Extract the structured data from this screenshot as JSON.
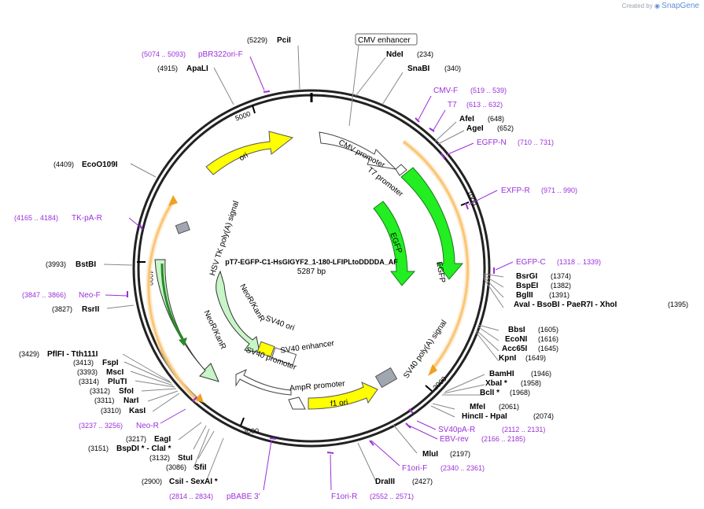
{
  "credit": {
    "prefix": "Created by",
    "brand": "SnapGene"
  },
  "plasmid": {
    "name": "pT7-EGFP-C1-HsGIGYF2_1-180-LFIPLtoDDDDA_AF",
    "length": "5287 bp"
  },
  "colors": {
    "primer": "#9b30d9",
    "egfp": "#22ee22",
    "ori": "#ffff00",
    "neo": "#c8f5c8",
    "polyA": "#a0a7b0",
    "orf": "#f0a020"
  },
  "ticks": [
    "1000",
    "2000",
    "3000",
    "4000",
    "5000"
  ],
  "enzymes": [
    {
      "name": "PciI",
      "coord": "(5229)"
    },
    {
      "name": "NdeI",
      "coord": "(234)"
    },
    {
      "name": "SnaBI",
      "coord": "(340)"
    },
    {
      "name": "AfeI",
      "coord": "(648)"
    },
    {
      "name": "AgeI",
      "coord": "(652)"
    },
    {
      "name": "BsrGI",
      "coord": "(1374)"
    },
    {
      "name": "BspEI",
      "coord": "(1382)"
    },
    {
      "name": "BglII",
      "coord": "(1391)"
    },
    {
      "name": "AvaI - BsoBI - PaeR7I - XhoI",
      "coord": "(1395)"
    },
    {
      "name": "BbsI",
      "coord": "(1605)"
    },
    {
      "name": "EcoNI",
      "coord": "(1616)"
    },
    {
      "name": "Acc65I",
      "coord": "(1645)"
    },
    {
      "name": "KpnI",
      "coord": "(1649)"
    },
    {
      "name": "BamHI",
      "coord": "(1946)"
    },
    {
      "name": "XbaI *",
      "coord": "(1958)"
    },
    {
      "name": "BclI *",
      "coord": "(1968)"
    },
    {
      "name": "MfeI",
      "coord": "(2061)"
    },
    {
      "name": "HincII - HpaI",
      "coord": "(2074)"
    },
    {
      "name": "MluI",
      "coord": "(2197)"
    },
    {
      "name": "DraIII",
      "coord": "(2427)"
    },
    {
      "name": "CsiI - SexAI *",
      "coord": "(2900)"
    },
    {
      "name": "SfiI",
      "coord": "(3086)"
    },
    {
      "name": "StuI",
      "coord": "(3132)"
    },
    {
      "name": "BspDI * - ClaI *",
      "coord": "(3151)"
    },
    {
      "name": "EagI",
      "coord": "(3217)"
    },
    {
      "name": "KasI",
      "coord": "(3310)"
    },
    {
      "name": "NarI",
      "coord": "(3311)"
    },
    {
      "name": "SfoI",
      "coord": "(3312)"
    },
    {
      "name": "PluTI",
      "coord": "(3314)"
    },
    {
      "name": "MscI",
      "coord": "(3393)"
    },
    {
      "name": "FspI",
      "coord": "(3413)"
    },
    {
      "name": "PflFI - Tth111I",
      "coord": "(3429)"
    },
    {
      "name": "RsrII",
      "coord": "(3827)"
    },
    {
      "name": "BstBI",
      "coord": "(3993)"
    },
    {
      "name": "EcoO109I",
      "coord": "(4409)"
    },
    {
      "name": "ApaLI",
      "coord": "(4915)"
    }
  ],
  "primers": [
    {
      "name": "pBR322ori-F",
      "coord": "(5074 .. 5093)"
    },
    {
      "name": "CMV-F",
      "coord": "(519 .. 539)"
    },
    {
      "name": "T7",
      "coord": "(613 .. 632)"
    },
    {
      "name": "EGFP-N",
      "coord": "(710 .. 731)"
    },
    {
      "name": "EXFP-R",
      "coord": "(971 .. 990)"
    },
    {
      "name": "EGFP-C",
      "coord": "(1318 .. 1339)"
    },
    {
      "name": "SV40pA-R",
      "coord": "(2112 .. 2131)"
    },
    {
      "name": "EBV-rev",
      "coord": "(2166 .. 2185)"
    },
    {
      "name": "F1ori-F",
      "coord": "(2340 .. 2361)"
    },
    {
      "name": "F1ori-R",
      "coord": "(2552 .. 2571)"
    },
    {
      "name": "pBABE 3'",
      "coord": "(2814 .. 2834)"
    },
    {
      "name": "Neo-R",
      "coord": "(3237 .. 3256)"
    },
    {
      "name": "Neo-F",
      "coord": "(3847 .. 3866)"
    },
    {
      "name": "TK-pA-R",
      "coord": "(4165 .. 4184)"
    }
  ],
  "features": {
    "cmv_enhancer": "CMV enhancer",
    "cmv_promoter": "CMV promoter",
    "t7_promoter": "T7 promoter",
    "egfp_inner": "EGFP",
    "egfp_outer": "EGFP",
    "ori": "ori",
    "hsv_tk_polyA": "HSV TK poly(A) signal",
    "neo_kan_outer": "NeoR/KanR",
    "neo_kan_inner": "NeoR/KanR",
    "sv40_ori": "SV40 ori",
    "sv40_enhancer": "SV40 enhancer",
    "sv40_promoter": "SV40 promoter",
    "ampr_promoter": "AmpR promoter",
    "f1_ori": "f1 ori",
    "sv40_polyA": "SV40 poly(A) signal"
  }
}
